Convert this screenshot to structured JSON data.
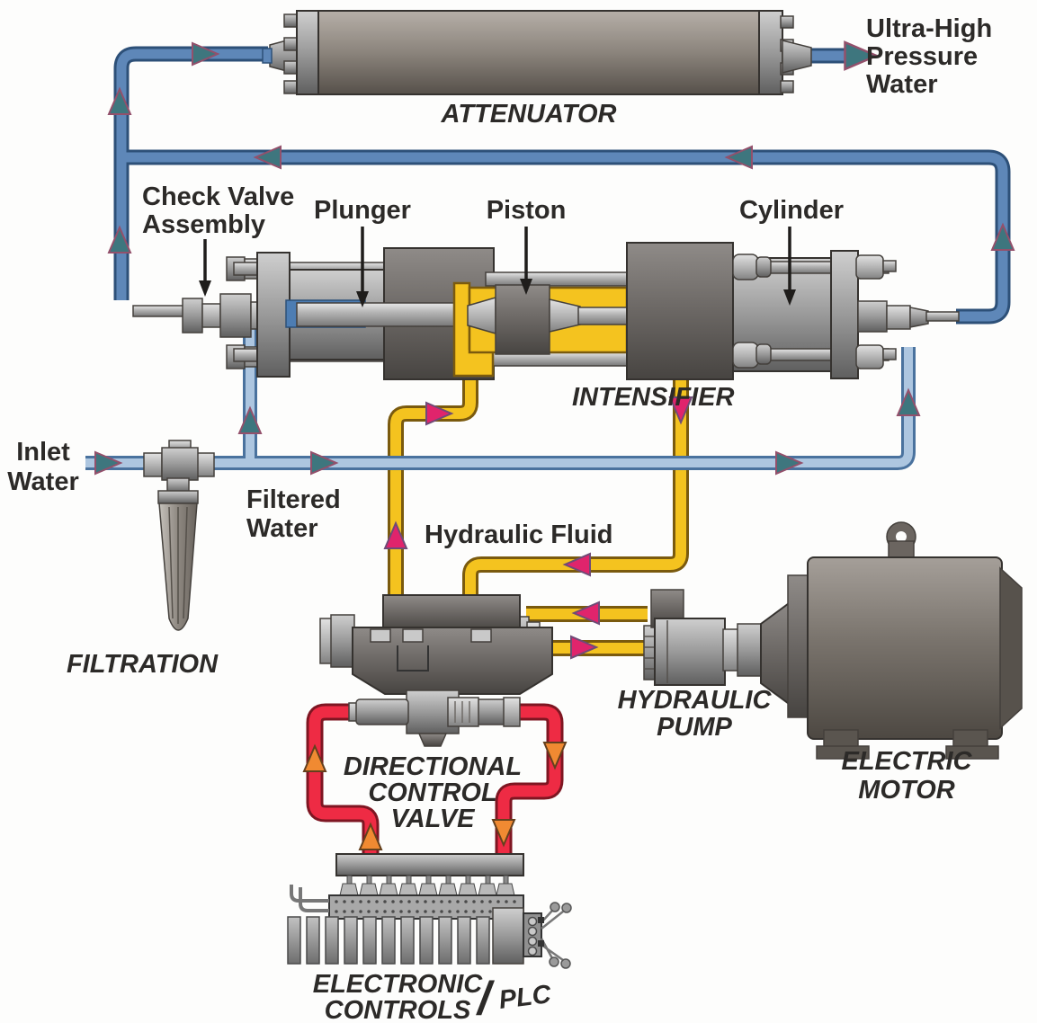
{
  "diagram": {
    "components": {
      "attenuator": "ATTENUATOR",
      "intensifier": "INTENSIFIER",
      "filtration": "FILTRATION",
      "directional_control_valve": [
        "DIRECTIONAL",
        "CONTROL",
        "VALVE"
      ],
      "hydraulic_pump": [
        "HYDRAULIC",
        "PUMP"
      ],
      "electric_motor": [
        "ELECTRIC",
        "MOTOR"
      ],
      "electronic_controls": [
        "ELECTRONIC",
        "CONTROLS"
      ],
      "plc_slash": "/",
      "plc": "PLC"
    },
    "part_labels": {
      "check_valve_assembly": [
        "Check Valve",
        "Assembly"
      ],
      "plunger": "Plunger",
      "piston": "Piston",
      "cylinder": "Cylinder"
    },
    "flow_labels": {
      "ultra_high_pressure_water": [
        "Ultra-High",
        "Pressure",
        "Water"
      ],
      "inlet_water": [
        "Inlet",
        "Water"
      ],
      "filtered_water": [
        "Filtered",
        "Water"
      ],
      "hydraulic_fluid": "Hydraulic Fluid"
    },
    "colors": {
      "high_pressure_water_pipe": "#5e87b8",
      "low_pressure_water_pipe": "#adc6e0",
      "hydraulic_fluid_pipe": "#f4c31f",
      "control_loop_pipe": "#ee2b44",
      "water_arrow": "#3e767e",
      "hydraulic_arrow": "#e0246c",
      "control_arrow": "#f08a32",
      "label_text": "#2c2a28"
    }
  }
}
